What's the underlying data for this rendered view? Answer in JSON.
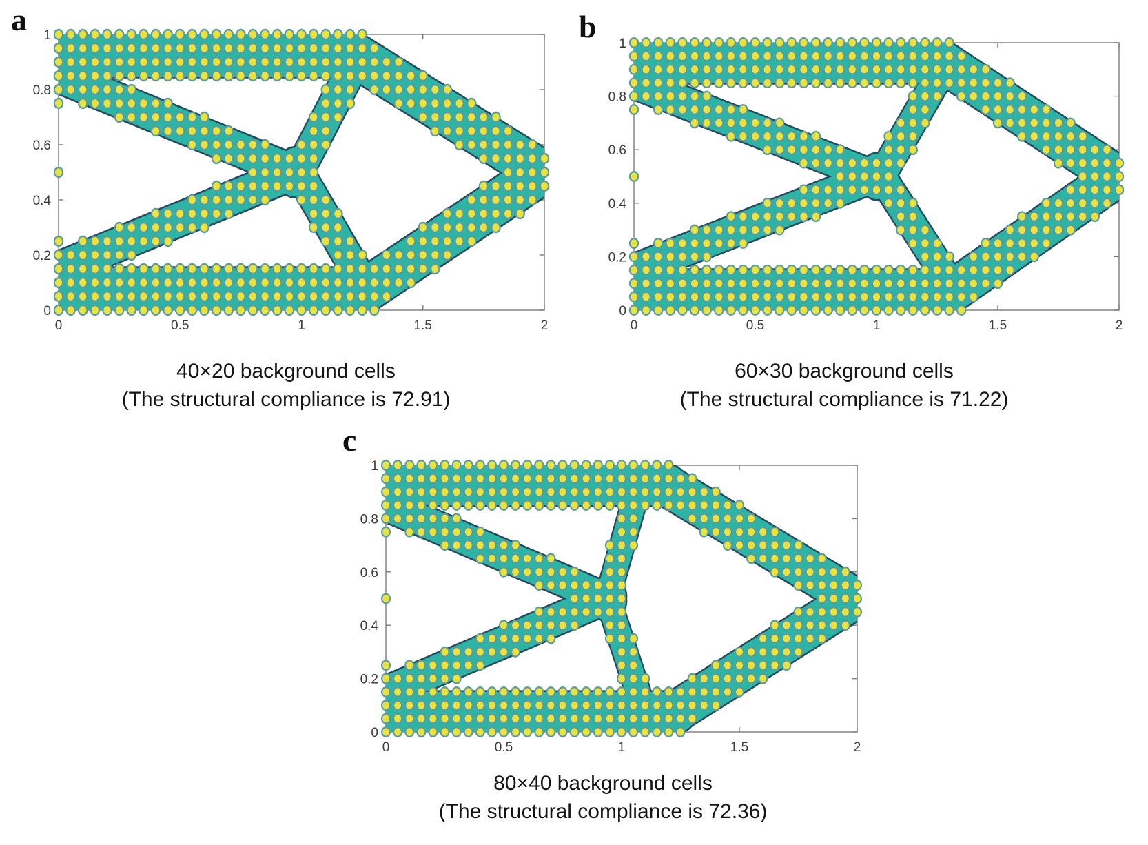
{
  "colors": {
    "structure_fill": "#2cb5a4",
    "structure_outline": "#27485f",
    "dot_fill": "#e8e33e",
    "dot_ring": "#5b9aa5",
    "axis": "#7a7a7a",
    "tick_label": "#3b3b3b",
    "caption_text": "#141414"
  },
  "chart_data": [
    {
      "type": "scatter",
      "panel_label": "a",
      "caption_line1": "40×20 background cells",
      "caption_line2": "(The structural compliance is 72.91)",
      "background_cells": "40×20",
      "structural_compliance": 72.91,
      "xlim": [
        0,
        2
      ],
      "ylim": [
        0,
        1
      ],
      "xticks": [
        0,
        0.5,
        1,
        1.5,
        2
      ],
      "xtick_labels": [
        "0",
        "0.5",
        "1",
        "1.5",
        "2"
      ],
      "yticks": [
        0,
        0.2,
        0.4,
        0.6,
        0.8,
        1
      ],
      "ytick_labels": [
        "0",
        "0.2",
        "0.4",
        "0.6",
        "0.8",
        "1"
      ],
      "grid_spacing": 0.05,
      "dot_radius": 0.0175,
      "bars": [
        [
          0,
          0.925,
          1.22,
          0.925,
          0.078
        ],
        [
          0,
          0.075,
          1.27,
          0.075,
          0.078
        ],
        [
          1.21,
          0.93,
          1.99,
          0.5,
          0.08
        ],
        [
          1.26,
          0.07,
          1.99,
          0.5,
          0.08
        ],
        [
          0,
          0.85,
          1.0,
          0.49,
          0.06
        ],
        [
          0,
          0.15,
          1.0,
          0.51,
          0.06
        ],
        [
          0.97,
          0.47,
          1.21,
          0.88,
          0.058
        ],
        [
          0.97,
          0.53,
          1.24,
          0.12,
          0.058
        ]
      ],
      "extra_points": [
        [
          0,
          0.25
        ],
        [
          0,
          0.5
        ],
        [
          0,
          0.75
        ]
      ]
    },
    {
      "type": "scatter",
      "panel_label": "b",
      "caption_line1": "60×30 background cells",
      "caption_line2": "(The structural compliance is 71.22)",
      "background_cells": "60×30",
      "structural_compliance": 71.22,
      "xlim": [
        0,
        2
      ],
      "ylim": [
        0,
        1
      ],
      "xticks": [
        0,
        0.5,
        1,
        1.5,
        2
      ],
      "xtick_labels": [
        "0",
        "0.5",
        "1",
        "1.5",
        "2"
      ],
      "yticks": [
        0,
        0.2,
        0.4,
        0.6,
        0.8,
        1
      ],
      "ytick_labels": [
        "0",
        "0.2",
        "0.4",
        "0.6",
        "0.8",
        "1"
      ],
      "grid_spacing": 0.05,
      "dot_radius": 0.0175,
      "bars": [
        [
          0,
          0.925,
          1.28,
          0.925,
          0.075
        ],
        [
          0,
          0.075,
          1.32,
          0.075,
          0.075
        ],
        [
          1.27,
          0.93,
          1.99,
          0.5,
          0.078
        ],
        [
          1.31,
          0.07,
          1.99,
          0.5,
          0.078
        ],
        [
          0,
          0.85,
          1.02,
          0.49,
          0.058
        ],
        [
          0,
          0.15,
          1.02,
          0.51,
          0.058
        ],
        [
          1.0,
          0.47,
          1.26,
          0.88,
          0.055
        ],
        [
          1.0,
          0.53,
          1.29,
          0.12,
          0.055
        ]
      ],
      "extra_points": [
        [
          0,
          0.25
        ],
        [
          0,
          0.5
        ],
        [
          0,
          0.75
        ]
      ]
    },
    {
      "type": "scatter",
      "panel_label": "c",
      "caption_line1": "80×40 background cells",
      "caption_line2": "(The structural compliance is 72.36)",
      "background_cells": "80×40",
      "structural_compliance": 72.36,
      "xlim": [
        0,
        2
      ],
      "ylim": [
        0,
        1
      ],
      "xticks": [
        0,
        0.5,
        1,
        1.5,
        2
      ],
      "xtick_labels": [
        "0",
        "0.5",
        "1",
        "1.5",
        "2"
      ],
      "yticks": [
        0,
        0.2,
        0.4,
        0.6,
        0.8,
        1
      ],
      "ytick_labels": [
        "0",
        "0.2",
        "0.4",
        "0.6",
        "0.8",
        "1"
      ],
      "grid_spacing": 0.05,
      "dot_radius": 0.0175,
      "bars": [
        [
          0,
          0.925,
          1.2,
          0.925,
          0.075
        ],
        [
          0,
          0.075,
          1.24,
          0.075,
          0.075
        ],
        [
          1.17,
          0.935,
          1.99,
          0.5,
          0.077
        ],
        [
          1.21,
          0.065,
          1.99,
          0.5,
          0.077
        ],
        [
          0,
          0.85,
          0.96,
          0.49,
          0.058
        ],
        [
          0,
          0.15,
          0.96,
          0.51,
          0.058
        ],
        [
          0.93,
          0.47,
          1.05,
          0.85,
          0.05
        ],
        [
          0.93,
          0.53,
          1.07,
          0.15,
          0.05
        ]
      ],
      "extra_points": [
        [
          0,
          0.25
        ],
        [
          0,
          0.5
        ],
        [
          0,
          0.75
        ]
      ]
    }
  ]
}
